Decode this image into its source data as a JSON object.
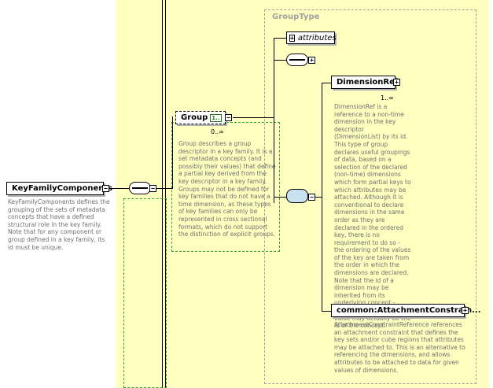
{
  "root": {
    "label": "KeyFamilyComponents",
    "description": "KeyFamilyComponents defines the grouping of the sets of metadata concepts that have a defined structural role in the key family. Note that for any component or group defined in a key family, its id must be unique."
  },
  "group": {
    "label": "Group",
    "badge": "1..",
    "occurrence": "0..∞",
    "description": "Group describes a group descriptor in a key family. It is a set metadata concepts (and possibly their values) that define a partial key derived from the key descriptor in a key family. Groups may not be defined for key families that do not have a time dimension, as these types of key families can only be represented in cross sectional formats, which do not support the distinction of explicit groups."
  },
  "group_type": {
    "title": "GroupType",
    "attributes_label": "attributes"
  },
  "dimension_ref": {
    "label": "DimensionRef",
    "occurrence": "1..∞",
    "description": "DimensionRef is a reference to a non-time dimension in the key descriptor (DimensionList) by its id. This type of group declares useful groupings of data, based on a selection of the declared (non-time) dimensions which form partial keys to which attributes may be attached. Although it is conventional to declare dimensions in the same order as they are declared in the ordered key, there is no requirement to do so - the ordering of the values of the key are taken from the order in which the dimensions are declared. Note that the id of a dimension may be inherited from its underlying concept - therefore this reference value may actually be the id of the concept."
  },
  "attachment": {
    "label": "common:AttachmentConstrain...",
    "description": "AttachmentConstraintReference references an attachment constraint that defines the key sets and/or cube regions that attributes may be attached to. This is an alternative to referencing the dimensions, and allows attributes to be attached to data for given values of dimensions."
  },
  "colors": {
    "panel_bg": "#ffffc0",
    "choice_fill": "#c8e0f0",
    "dashed_green": "#33a033",
    "desc_text": "#707070"
  }
}
